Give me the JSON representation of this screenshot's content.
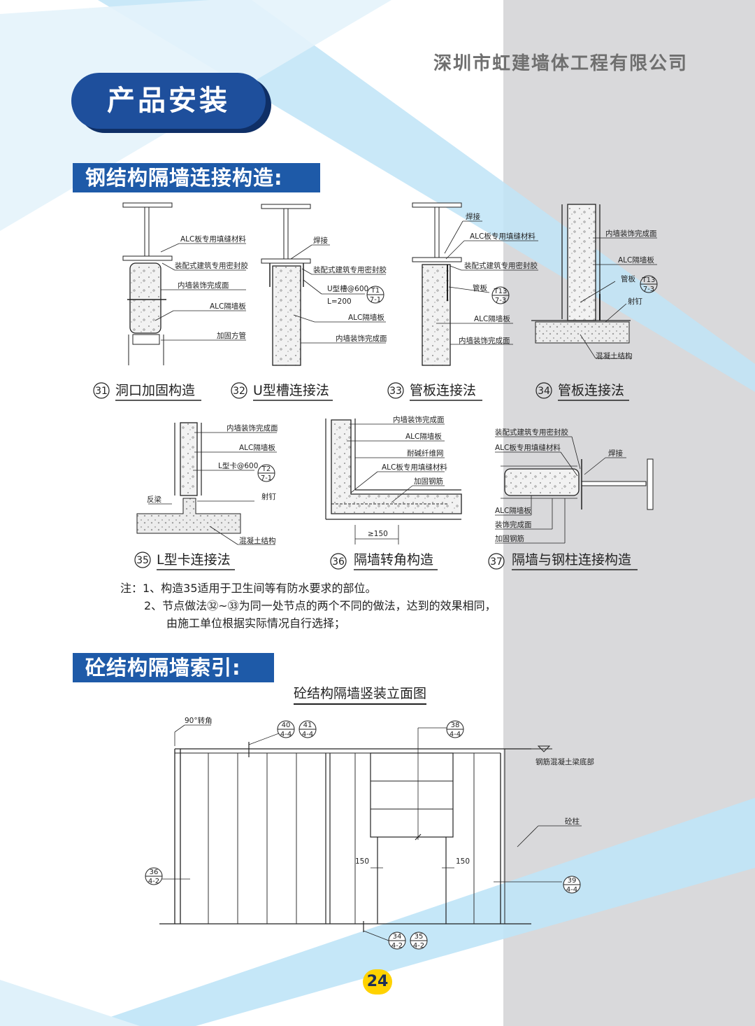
{
  "header": {
    "company": "深圳市虹建墙体工程有限公司",
    "page_title": "产品安装",
    "page_number": "24"
  },
  "colors": {
    "primary_blue": "#1e5aa8",
    "light_blue": "#bfe4f7",
    "gray_band": "#d9d9db",
    "page_number_bg": "#ffd200"
  },
  "section1": {
    "title": "钢结构隔墙连接构造:",
    "d31": {
      "labels": [
        "ALC板专用填缝材料",
        "装配式建筑专用密封胶",
        "内墙装饰完成面",
        "ALC隔墙板",
        "加固方管"
      ],
      "caption_num": "31",
      "caption": "洞口加固构造"
    },
    "d32": {
      "labels": [
        "焊接",
        "装配式建筑专用密封胶",
        "U型槽@600",
        "L=200",
        "ALC隔墙板",
        "内墙装饰完成面"
      ],
      "ref_top": "T1",
      "ref_bottom": "7-1",
      "caption_num": "32",
      "caption": "U型槽连接法"
    },
    "d33": {
      "labels": [
        "焊接",
        "ALC板专用填缝材料",
        "装配式建筑专用密封胶",
        "管板",
        "ALC隔墙板",
        "内墙装饰完成面"
      ],
      "ref_top": "T13",
      "ref_bottom": "7-3",
      "caption_num": "33",
      "caption": "管板连接法"
    },
    "d34": {
      "labels": [
        "内墙装饰完成面",
        "ALC隔墙板",
        "管板",
        "射钉",
        "混凝土结构"
      ],
      "ref_top": "T13",
      "ref_bottom": "7-3",
      "caption_num": "34",
      "caption": "管板连接法"
    },
    "d35": {
      "labels": [
        "内墙装饰完成面",
        "ALC隔墙板",
        "L型卡@600",
        "射钉",
        "反梁",
        "混凝土结构"
      ],
      "ref_top": "T2",
      "ref_bottom": "7-1",
      "caption_num": "35",
      "caption": "L型卡连接法"
    },
    "d36": {
      "labels": [
        "内墙装饰完成面",
        "ALC隔墙板",
        "耐碱纤维网",
        "ALC板专用填缝材料",
        "加固钢筋",
        "≥150"
      ],
      "caption_num": "36",
      "caption": "隔墙转角构造"
    },
    "d37": {
      "labels": [
        "装配式建筑专用密封胶",
        "ALC板专用填缝材料",
        "焊接",
        "ALC隔墙板",
        "装饰完成面",
        "加固钢筋"
      ],
      "caption_num": "37",
      "caption": "隔墙与钢柱连接构造"
    },
    "notes": {
      "line1": "注：1、构造35适用于卫生间等有防水要求的部位。",
      "line2": "2、节点做法㉜~㉝为同一处节点的两个不同的做法，达到的效果相同，",
      "line3": "由施工单位根据实际情况自行选择；"
    }
  },
  "section2": {
    "title": "砼结构隔墙索引:",
    "subtitle": "砼结构隔墙竖装立面图",
    "labels": {
      "corner": "90°转角",
      "beam": "钢筋混凝土梁底部",
      "column": "砼柱",
      "dim_left": "150",
      "dim_right": "150"
    },
    "refs": [
      {
        "num": "40",
        "sheet": "4-4"
      },
      {
        "num": "41",
        "sheet": "4-4"
      },
      {
        "num": "38",
        "sheet": "4-4"
      },
      {
        "num": "36",
        "sheet": "4-2"
      },
      {
        "num": "39",
        "sheet": "4-4"
      },
      {
        "num": "34",
        "sheet": "4-2"
      },
      {
        "num": "35",
        "sheet": "4-2"
      }
    ]
  }
}
